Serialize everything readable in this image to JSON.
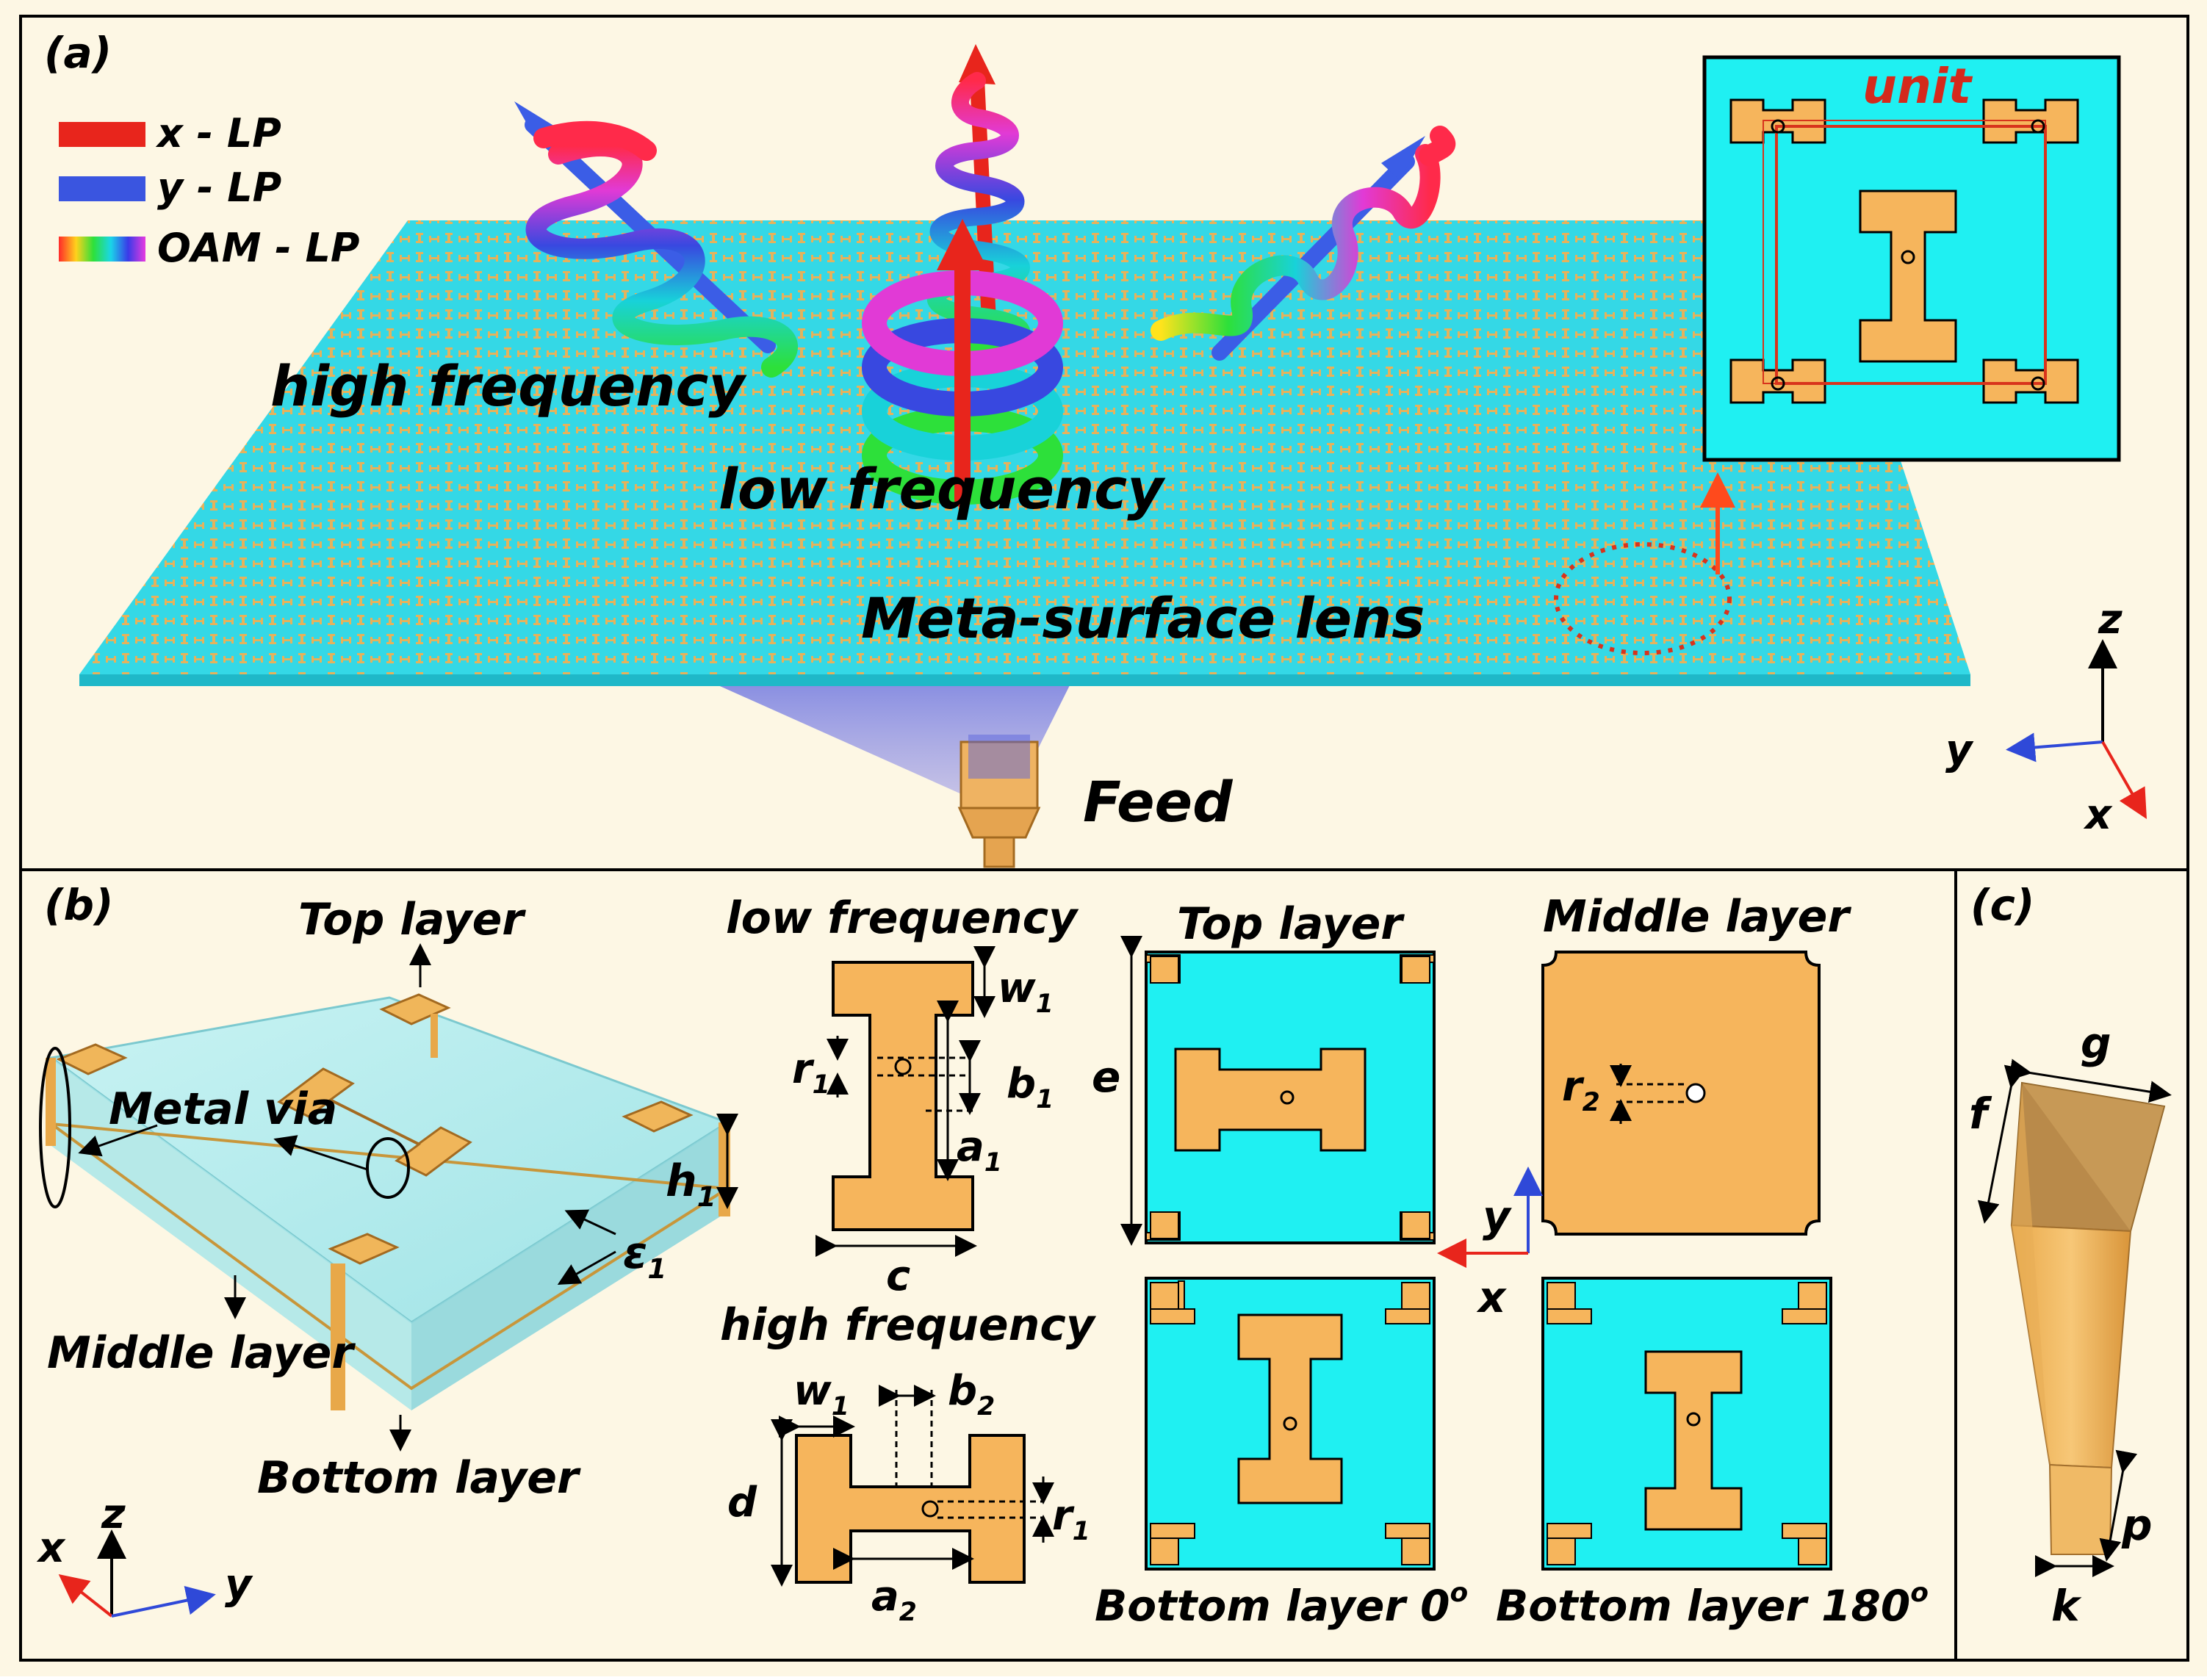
{
  "panels": {
    "a": "(a)",
    "b": "(b)",
    "c": "(c)"
  },
  "legend": {
    "x_lp": "x - LP",
    "y_lp": "y - LP",
    "oam_lp": "OAM - LP"
  },
  "panel_a": {
    "high_frequency": "high frequency",
    "low_frequency": "low frequency",
    "lens": "Meta-surface lens",
    "feed": "Feed",
    "unit": "unit",
    "axes": {
      "z": "z",
      "y": "y",
      "x": "x"
    }
  },
  "panel_b": {
    "top_layer": "Top layer",
    "metal_via": "Metal via",
    "middle_layer": "Middle layer",
    "bottom_layer": "Bottom layer",
    "h": "h",
    "h_sub": "1",
    "eps": "ε",
    "eps_sub": "1",
    "axes": {
      "z": "z",
      "x": "x",
      "y": "y"
    },
    "low_frequency": "low frequency",
    "high_frequency": "high frequency",
    "w1": "w",
    "w1_sub": "1",
    "r1": "r",
    "r1_sub": "1",
    "b1": "b",
    "b1_sub": "1",
    "a1": "a",
    "a1_sub": "1",
    "c": "c",
    "w1b": "w",
    "w1b_sub": "1",
    "b2": "b",
    "b2_sub": "2",
    "d": "d",
    "r1b": "r",
    "r1b_sub": "1",
    "a2": "a",
    "a2_sub": "2",
    "layer_top": "Top layer",
    "layer_middle": "Middle layer",
    "e": "e",
    "r2": "r",
    "r2_sub": "2",
    "bottom0": "Bottom layer 0",
    "bottom180": "Bottom layer 180",
    "deg": "o",
    "axes2": {
      "y": "y",
      "x": "x"
    }
  },
  "panel_c": {
    "g": "g",
    "f": "f",
    "p": "p",
    "k": "k"
  },
  "colors": {
    "background": "#fdf7e4",
    "cyan": "#1ff0f2",
    "gold": "#f6b55c",
    "red": "#e8251c",
    "blue": "#2f49d8",
    "lens": "#34d8e6"
  }
}
